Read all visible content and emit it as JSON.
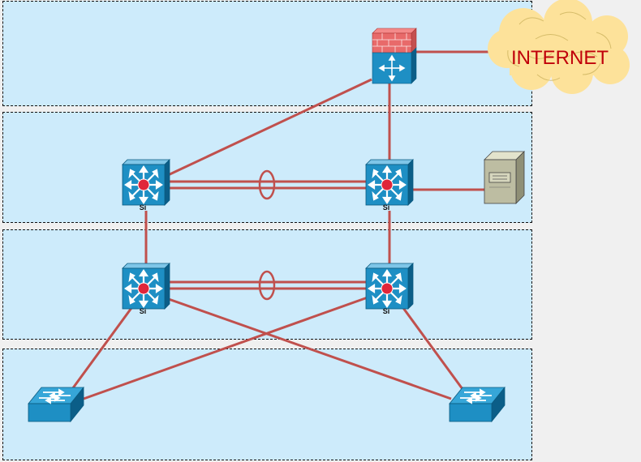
{
  "colors": {
    "zone_fill": "#cdebfb",
    "link": "#c0504d",
    "device_blue": "#1e8fc4",
    "cloud_fill": "#fde29a",
    "cloud_text": "#c0000a"
  },
  "internet": {
    "label": "INTERNET",
    "icon": "cloud-icon"
  },
  "firewall": {
    "icon": "firewall-router-icon"
  },
  "server": {
    "icon": "server-icon"
  },
  "core_switches": [
    {
      "icon": "layer3-switch-icon",
      "label": "Si"
    },
    {
      "icon": "layer3-switch-icon",
      "label": "Si"
    }
  ],
  "distribution_switches": [
    {
      "icon": "layer3-switch-icon",
      "label": "Si"
    },
    {
      "icon": "layer3-switch-icon",
      "label": "Si"
    }
  ],
  "access_switches": [
    {
      "icon": "workgroup-switch-icon"
    },
    {
      "icon": "workgroup-switch-icon"
    }
  ]
}
